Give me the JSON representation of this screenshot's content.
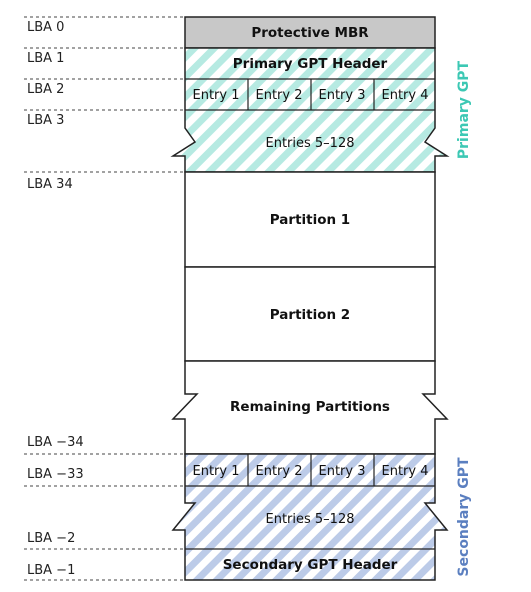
{
  "lba_labels": [
    "LBA 0",
    "LBA 1",
    "LBA 2",
    "LBA 3",
    "LBA 34",
    "LBA −34",
    "LBA −33",
    "LBA −2",
    "LBA −1"
  ],
  "blocks": {
    "protective_mbr": "Protective MBR",
    "primary_header": "Primary GPT Header",
    "primary_entries": [
      "Entry 1",
      "Entry 2",
      "Entry 3",
      "Entry 4"
    ],
    "primary_entries_rest": "Entries 5–128",
    "partition_1": "Partition 1",
    "partition_2": "Partition 2",
    "remaining": "Remaining Partitions",
    "secondary_entries": [
      "Entry 1",
      "Entry 2",
      "Entry 3",
      "Entry 4"
    ],
    "secondary_entries_rest": "Entries 5–128",
    "secondary_header": "Secondary GPT Header"
  },
  "side_labels": {
    "primary": "Primary GPT",
    "secondary": "Secondary GPT"
  },
  "colors": {
    "primary_gpt": "#3cc8b4",
    "secondary_gpt": "#5b7fc0",
    "mbr_fill": "#c8c8c8",
    "outline": "#222222"
  }
}
